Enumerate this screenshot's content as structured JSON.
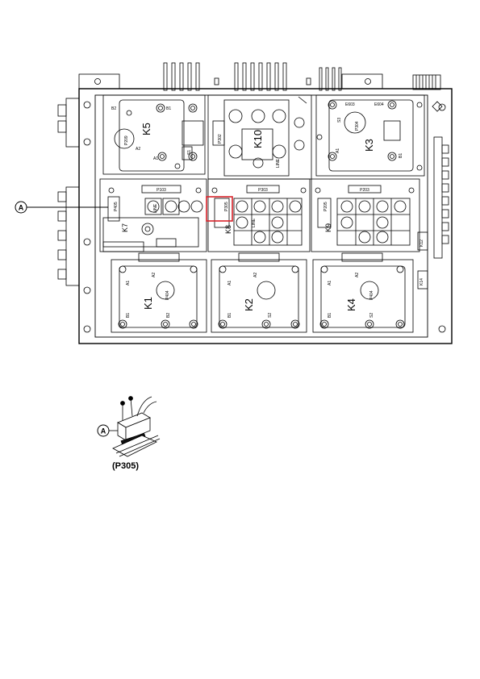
{
  "callout": {
    "letter": "A"
  },
  "detail": {
    "letter": "A",
    "caption": "(P305)"
  },
  "components": {
    "k1": "K1",
    "k2": "K2",
    "k3": "K3",
    "k4": "K4",
    "k5": "K5",
    "k7": "K7",
    "k8": "K8",
    "k9": "K9",
    "k10": "K10",
    "p103": "P103",
    "p303": "P303",
    "p203": "P203",
    "p302": "P302",
    "p304": "P304",
    "p404": "P404",
    "p404b": "P404",
    "p305": "P305",
    "p405": "P405",
    "p205": "P205",
    "p209": "P209",
    "e603": "E603",
    "e604": "E604",
    "a1": "A1",
    "a2": "A2",
    "b1": "B1",
    "b2": "B2",
    "k12": "K12",
    "k14": "K14",
    "line": "LINE",
    "s1": "S1",
    "s2": "S2",
    "s3": "S3"
  },
  "colors": {
    "highlight": "#d8222a",
    "line": "#000000"
  }
}
